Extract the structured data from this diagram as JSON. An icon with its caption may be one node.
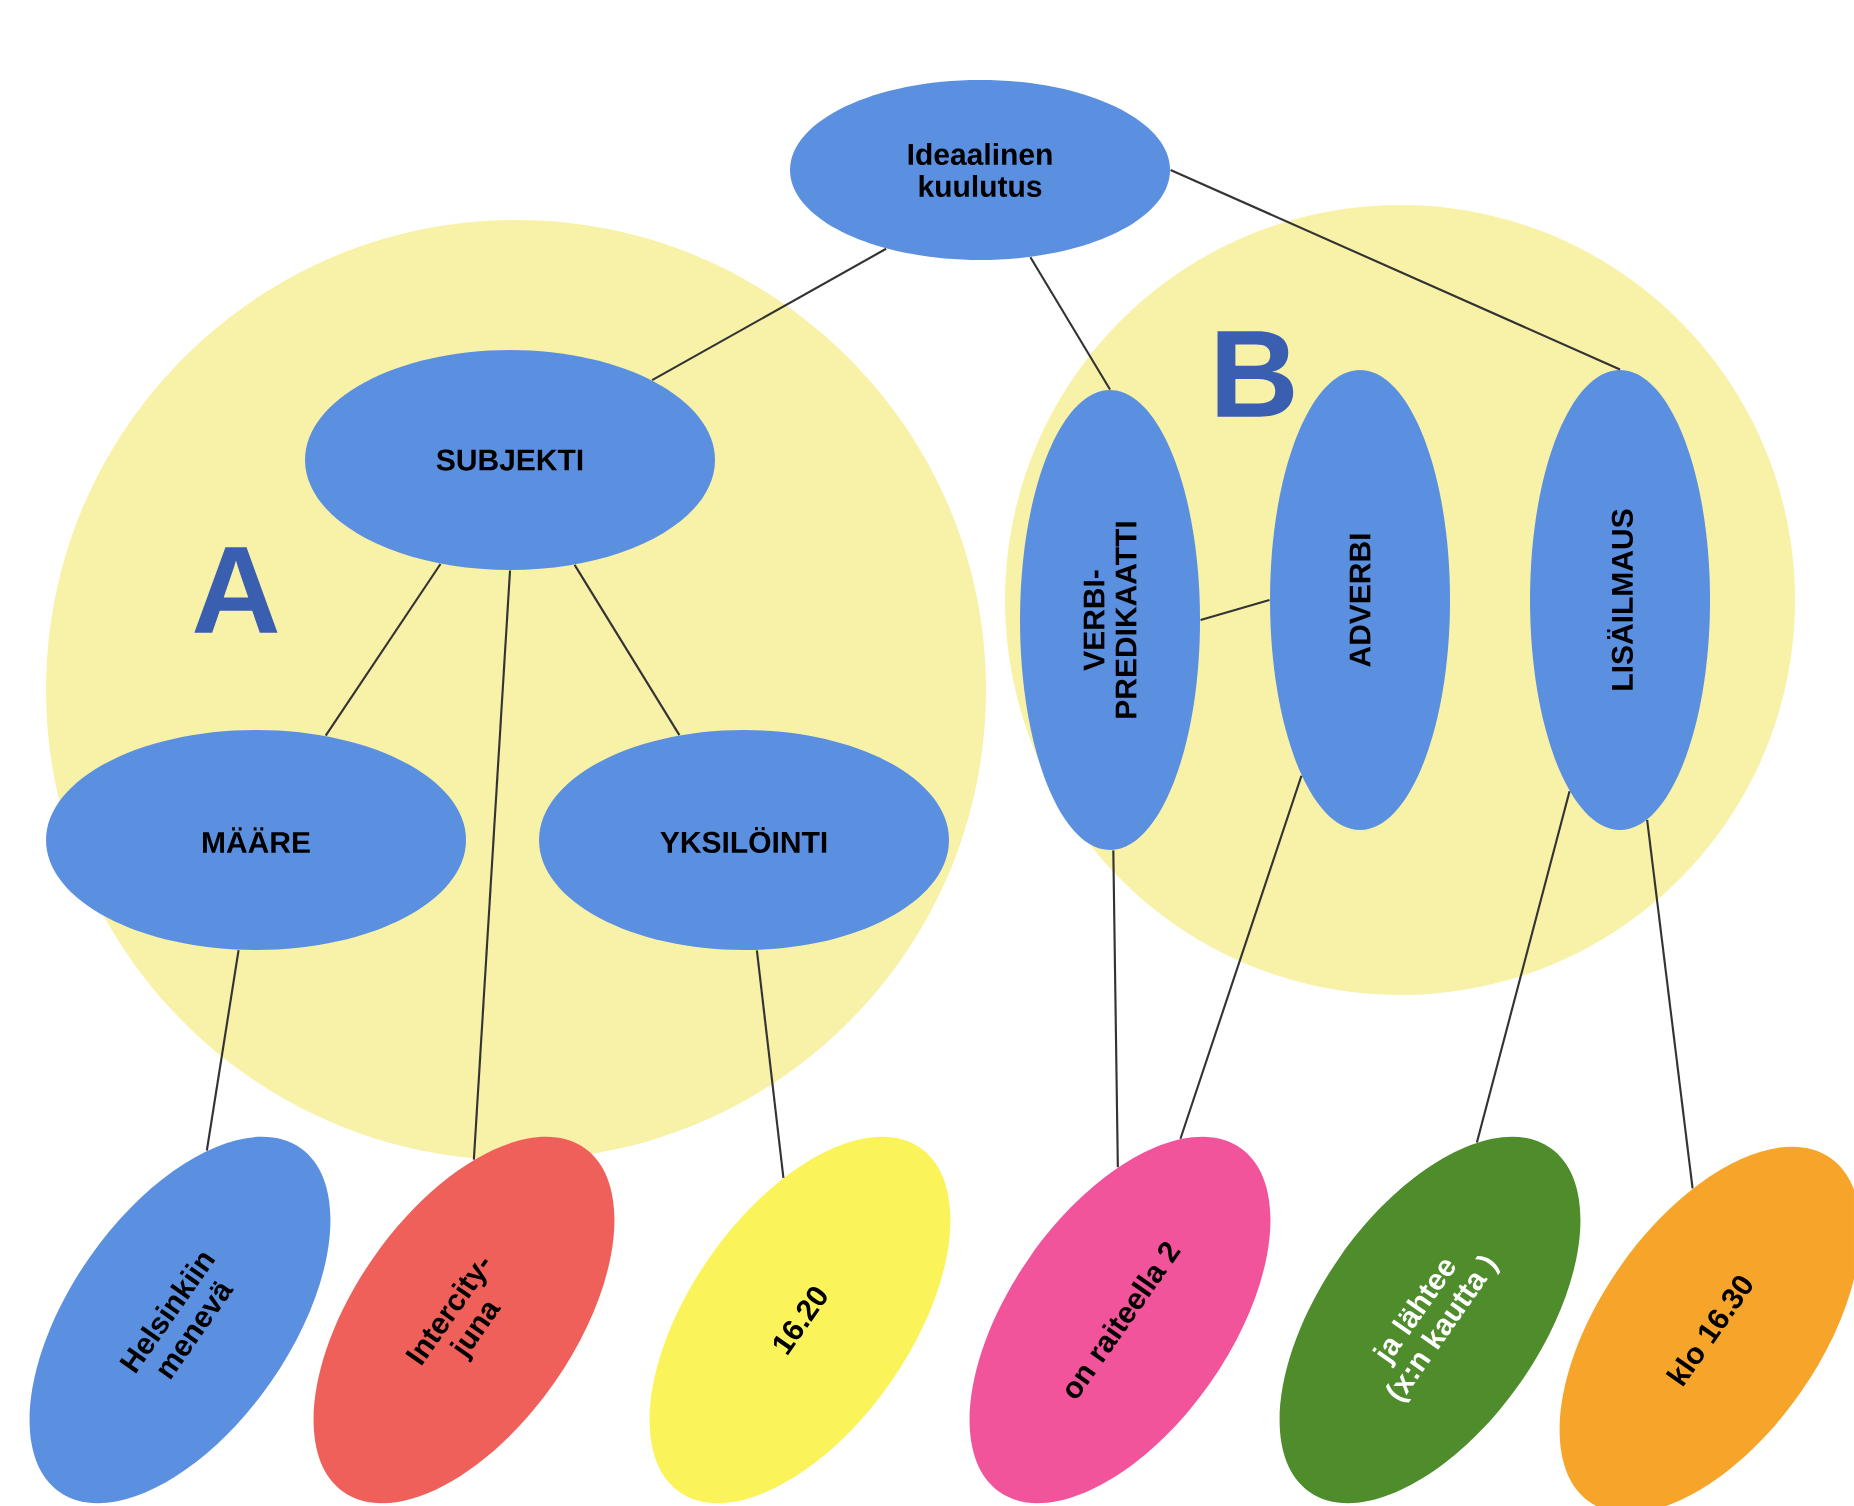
{
  "diagram": {
    "nodes": [
      {
        "text": [
          "Ideaalinen kuulutus"
        ]
      },
      {
        "text": [
          "A"
        ]
      },
      {
        "text": [
          "SUBJEKTI"
        ],
        "in": 1
      },
      {
        "text": [
          "MÄÄRE"
        ],
        "in": 1
      },
      {
        "text": [
          "YKSILÖINTI"
        ],
        "in": 1
      },
      {
        "text": [
          "B"
        ]
      },
      {
        "text": [
          "VERBI-PREDIKAATTI"
        ],
        "in": 5
      },
      {
        "text": [
          "ADVERBI"
        ],
        "in": 5
      },
      {
        "text": [
          "LISÄILMAUS"
        ],
        "in": 5
      },
      {
        "text": [
          "Helsinkiin menevä"
        ]
      },
      {
        "text": [
          "Intercity-juna"
        ]
      },
      {
        "text": [
          "16.20"
        ]
      },
      {
        "text": [
          "on raiteella 2"
        ]
      },
      {
        "text": [
          "ja lähtee (x:n kautta )"
        ]
      },
      {
        "text": [
          "klo 16.30"
        ]
      }
    ],
    "edges": [
      {
        "from": 0,
        "to": 2,
        "arrow": "none"
      },
      {
        "from": 0,
        "to": 6,
        "arrow": "none"
      },
      {
        "from": 0,
        "to": 8,
        "arrow": "none"
      },
      {
        "from": 2,
        "to": 3,
        "arrow": "none"
      },
      {
        "from": 2,
        "to": 10,
        "arrow": "none"
      },
      {
        "from": 2,
        "to": 4,
        "arrow": "none"
      },
      {
        "from": 6,
        "to": 7,
        "arrow": "none"
      },
      {
        "from": 3,
        "to": 9,
        "arrow": "none"
      },
      {
        "from": 4,
        "to": 11,
        "arrow": "none"
      },
      {
        "from": 6,
        "to": 12,
        "arrow": "none"
      },
      {
        "from": 7,
        "to": 12,
        "arrow": "none"
      },
      {
        "from": 8,
        "to": 13,
        "arrow": "none"
      },
      {
        "from": 8,
        "to": 14,
        "arrow": "none"
      }
    ]
  }
}
